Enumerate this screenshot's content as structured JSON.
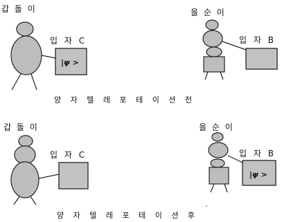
{
  "before": {
    "left_person": "갑 돌 이",
    "right_person": "을 순 이",
    "left_particle_label": "입 자  C",
    "right_particle_label": "입 자  B",
    "particle_state": "|ψ >",
    "caption": "양 자 텔 레 포 테 이 션  전"
  },
  "after": {
    "left_person": "갑 돌 이",
    "right_person": "을 순 이",
    "left_particle_label": "입 자  C",
    "right_particle_label": "입 자  B",
    "particle_state": "|ψ >",
    "caption": "양 자 텔 레 포 테 이 션  후"
  },
  "colors": {
    "fill": "#bdbdbd",
    "stroke": "#222222"
  }
}
